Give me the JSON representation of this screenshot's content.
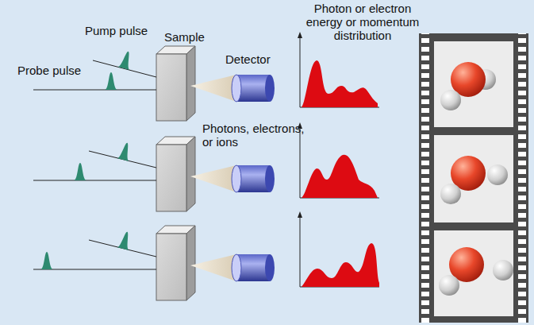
{
  "diagram": {
    "labels": [
      "Pump pulse",
      "Probe pulse",
      "Sample",
      "Detector",
      "Photon or electron energy or momentum distribution",
      "Photons, electrons, or ions"
    ]
  }
}
